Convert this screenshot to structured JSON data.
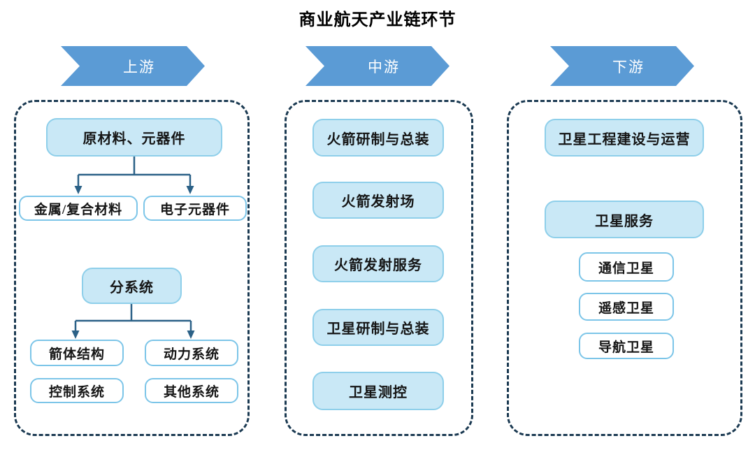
{
  "title": "商业航天产业链环节",
  "colors": {
    "chevron_blue": "#5B9BD5",
    "chevron_text": "#FFFFFF",
    "filled_box_fill": "#C9E8F6",
    "filled_box_border": "#8ECFEA",
    "white_box_border": "#7CC5E8",
    "panel_dash": "#1B3A52",
    "connector": "#2B6187",
    "text": "#151515"
  },
  "upstream": {
    "header": "上游",
    "parent1": "原材料、元器件",
    "p1_children": [
      "金属/复合材料",
      "电子元器件"
    ],
    "parent2": "分系统",
    "p2_children": [
      "箭体结构",
      "动力系统"
    ],
    "others": [
      "控制系统",
      "其他系统"
    ]
  },
  "midstream": {
    "header": "中游",
    "boxes": [
      "火箭研制与总装",
      "火箭发射场",
      "火箭发射服务",
      "卫星研制与总装",
      "卫星测控"
    ]
  },
  "downstream": {
    "header": "下游",
    "main_boxes": [
      "卫星工程建设与运营",
      "卫星服务"
    ],
    "satellite_types": [
      "通信卫星",
      "遥感卫星",
      "导航卫星"
    ]
  }
}
